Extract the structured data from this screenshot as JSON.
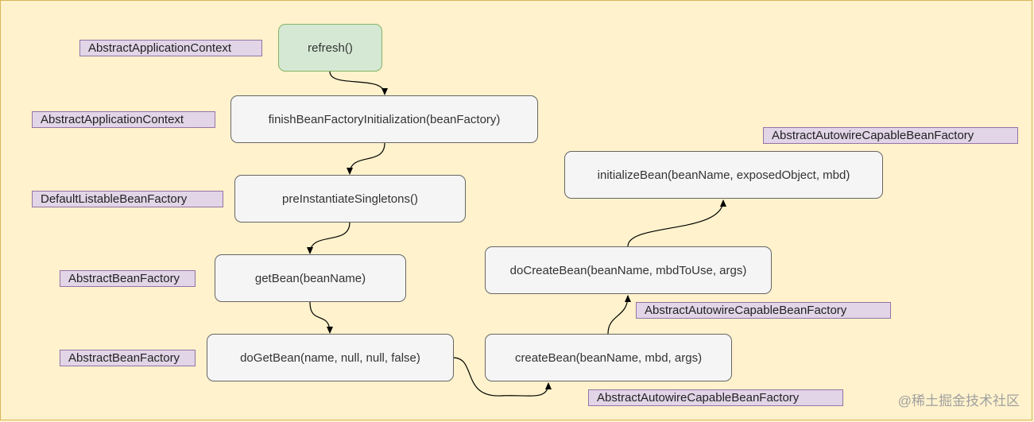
{
  "colors": {
    "background": "#fff2cc",
    "frame_border": "#d6b656",
    "node_fill": "#f5f5f5",
    "node_border": "#666666",
    "start_fill": "#d5e8d4",
    "start_border": "#82b366",
    "tag_fill": "#e1d5e7",
    "tag_border": "#9673a6",
    "edge": "#000000"
  },
  "nodes": {
    "refresh": "refresh()",
    "finish_bean_factory_initialization": "finishBeanFactoryInitialization(beanFactory)",
    "pre_instantiate_singletons": "preInstantiateSingletons()",
    "get_bean": "getBean(beanName)",
    "do_get_bean": "doGetBean(name, null, null, false)",
    "create_bean": "createBean(beanName, mbd, args)",
    "do_create_bean": "doCreateBean(beanName, mbdToUse, args)",
    "initialize_bean": "initializeBean(beanName, exposedObject, mbd)"
  },
  "tags": {
    "refresh": "AbstractApplicationContext",
    "finish_bean_factory_initialization": "AbstractApplicationContext",
    "pre_instantiate_singletons": "DefaultListableBeanFactory",
    "get_bean": "AbstractBeanFactory",
    "do_get_bean": "AbstractBeanFactory",
    "create_bean": "AbstractAutowireCapableBeanFactory",
    "do_create_bean": "AbstractAutowireCapableBeanFactory",
    "initialize_bean": "AbstractAutowireCapableBeanFactory"
  },
  "edges": [
    {
      "from": "refresh",
      "to": "finish_bean_factory_initialization"
    },
    {
      "from": "finish_bean_factory_initialization",
      "to": "pre_instantiate_singletons"
    },
    {
      "from": "pre_instantiate_singletons",
      "to": "get_bean"
    },
    {
      "from": "get_bean",
      "to": "do_get_bean"
    },
    {
      "from": "do_get_bean",
      "to": "create_bean"
    },
    {
      "from": "create_bean",
      "to": "do_create_bean"
    },
    {
      "from": "do_create_bean",
      "to": "initialize_bean"
    }
  ],
  "watermark": "@稀土掘金技术社区"
}
